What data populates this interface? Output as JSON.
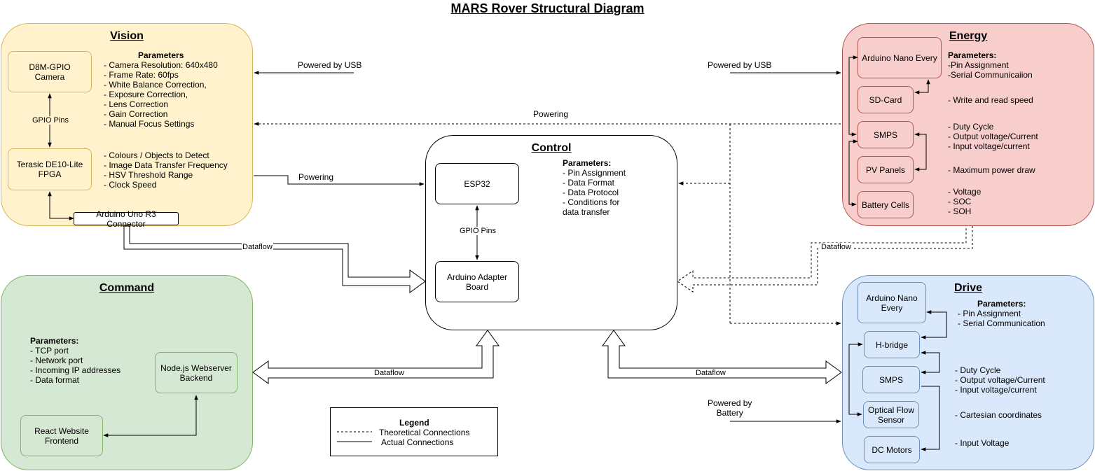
{
  "title": "MARS Rover Structural Diagram",
  "colors": {
    "vision_fill": "#fff2cc",
    "vision_stroke": "#d6b656",
    "energy_fill": "#f8cecc",
    "energy_stroke": "#b85450",
    "command_fill": "#d5e8d4",
    "command_stroke": "#82b366",
    "drive_fill": "#dae8fc",
    "drive_stroke": "#6c8ebf"
  },
  "vision": {
    "title": "Vision",
    "camera": "D8M-GPIO\nCamera",
    "fpga": "Terasic DE10-Lite\nFPGA",
    "connector": "Arduino Uno R3 Connector",
    "gpio_label": "GPIO Pins",
    "params_title": "Parameters",
    "params_camera": "- Camera Resolution: 640x480\n- Frame Rate: 60fps\n- White Balance Correction,\n- Exposure Correction,\n- Lens Correction\n- Gain Correction\n- Manual Focus Settings",
    "params_fpga": "- Colours / Objects to Detect\n- Image Data Transfer Frequency\n- HSV Threshold Range\n- Clock Speed"
  },
  "energy": {
    "title": "Energy",
    "nano": "Arduino Nano Every",
    "sd": "SD-Card",
    "smps": "SMPS",
    "pv": "PV Panels",
    "battery": "Battery Cells",
    "params_title": "Parameters:",
    "params_nano": "-Pin Assignment\n-Serial Communicaiion",
    "params_sd": "- Write and read speed",
    "params_smps": "- Duty Cycle\n- Output voltage/Current\n- Input voltage/current",
    "params_pv": "- Maximum power draw",
    "params_battery": "- Voltage\n- SOC\n- SOH"
  },
  "control": {
    "title": "Control",
    "esp32": "ESP32",
    "adapter": "Arduino Adapter\nBoard",
    "gpio_label": "GPIO Pins",
    "params_title": "Parameters:",
    "params": "- Pin Assignment\n- Data Format\n- Data Protocol\n- Conditions for\ndata transfer"
  },
  "command": {
    "title": "Command",
    "webserver": "Node.js Webserver\nBackend",
    "frontend": "React Website\nFrontend",
    "params_title": "Parameters:",
    "params": "- TCP port\n- Network port\n- Incoming IP addresses\n- Data format"
  },
  "drive": {
    "title": "Drive",
    "nano": "Arduino Nano\nEvery",
    "hbridge": "H-bridge",
    "smps": "SMPS",
    "optical": "Optical Flow\nSensor",
    "motors": "DC Motors",
    "params_title": "Parameters:",
    "params_nano": "- Pin Assignment\n- Serial Communication",
    "params_smps": "- Duty Cycle\n- Output voltage/Current\n- Input voltage/current",
    "params_optical": "- Cartesian coordinates",
    "params_motors": "- Input Voltage"
  },
  "labels": {
    "powered_usb_left": "Powered by USB",
    "powered_usb_right": "Powered by USB",
    "powering_top": "Powering",
    "powering_left": "Powering",
    "dataflow_vision": "Dataflow",
    "dataflow_energy": "Dataflow",
    "dataflow_command": "Dataflow",
    "dataflow_drive": "Dataflow",
    "powered_battery": "Powered by\nBattery"
  },
  "legend": {
    "title": "Legend",
    "theoretical": "Theoretical Connections",
    "actual": "Actual Connections"
  }
}
